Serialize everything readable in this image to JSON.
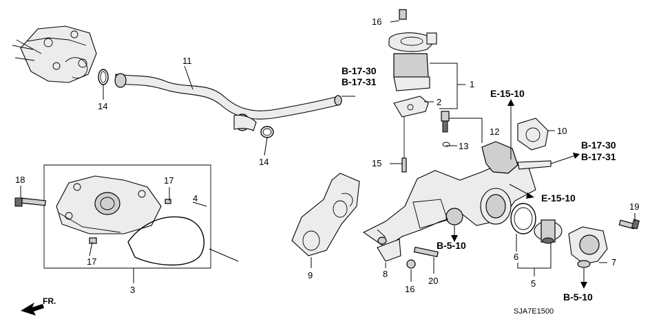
{
  "diagram": {
    "part_numbers": {
      "p1": "1",
      "p2": "2",
      "p3": "3",
      "p4": "4",
      "p5": "5",
      "p6": "6",
      "p7": "7",
      "p8": "8",
      "p9": "9",
      "p10": "10",
      "p11": "11",
      "p12": "12",
      "p13": "13",
      "p14a": "14",
      "p14b": "14",
      "p15": "15",
      "p16a": "16",
      "p16b": "16",
      "p17a": "17",
      "p17b": "17",
      "p18": "18",
      "p19": "19",
      "p20": "20"
    },
    "references": {
      "b1730_top": "B-17-30",
      "b1731_top": "B-17-31",
      "e1510_top": "E-15-10",
      "b1730_right": "B-17-30",
      "b1731_right": "B-17-31",
      "e1510_mid": "E-15-10",
      "b510_left": "B-5-10",
      "b510_right": "B-5-10"
    },
    "direction_label": "FR.",
    "diagram_code": "SJA7E1500"
  }
}
